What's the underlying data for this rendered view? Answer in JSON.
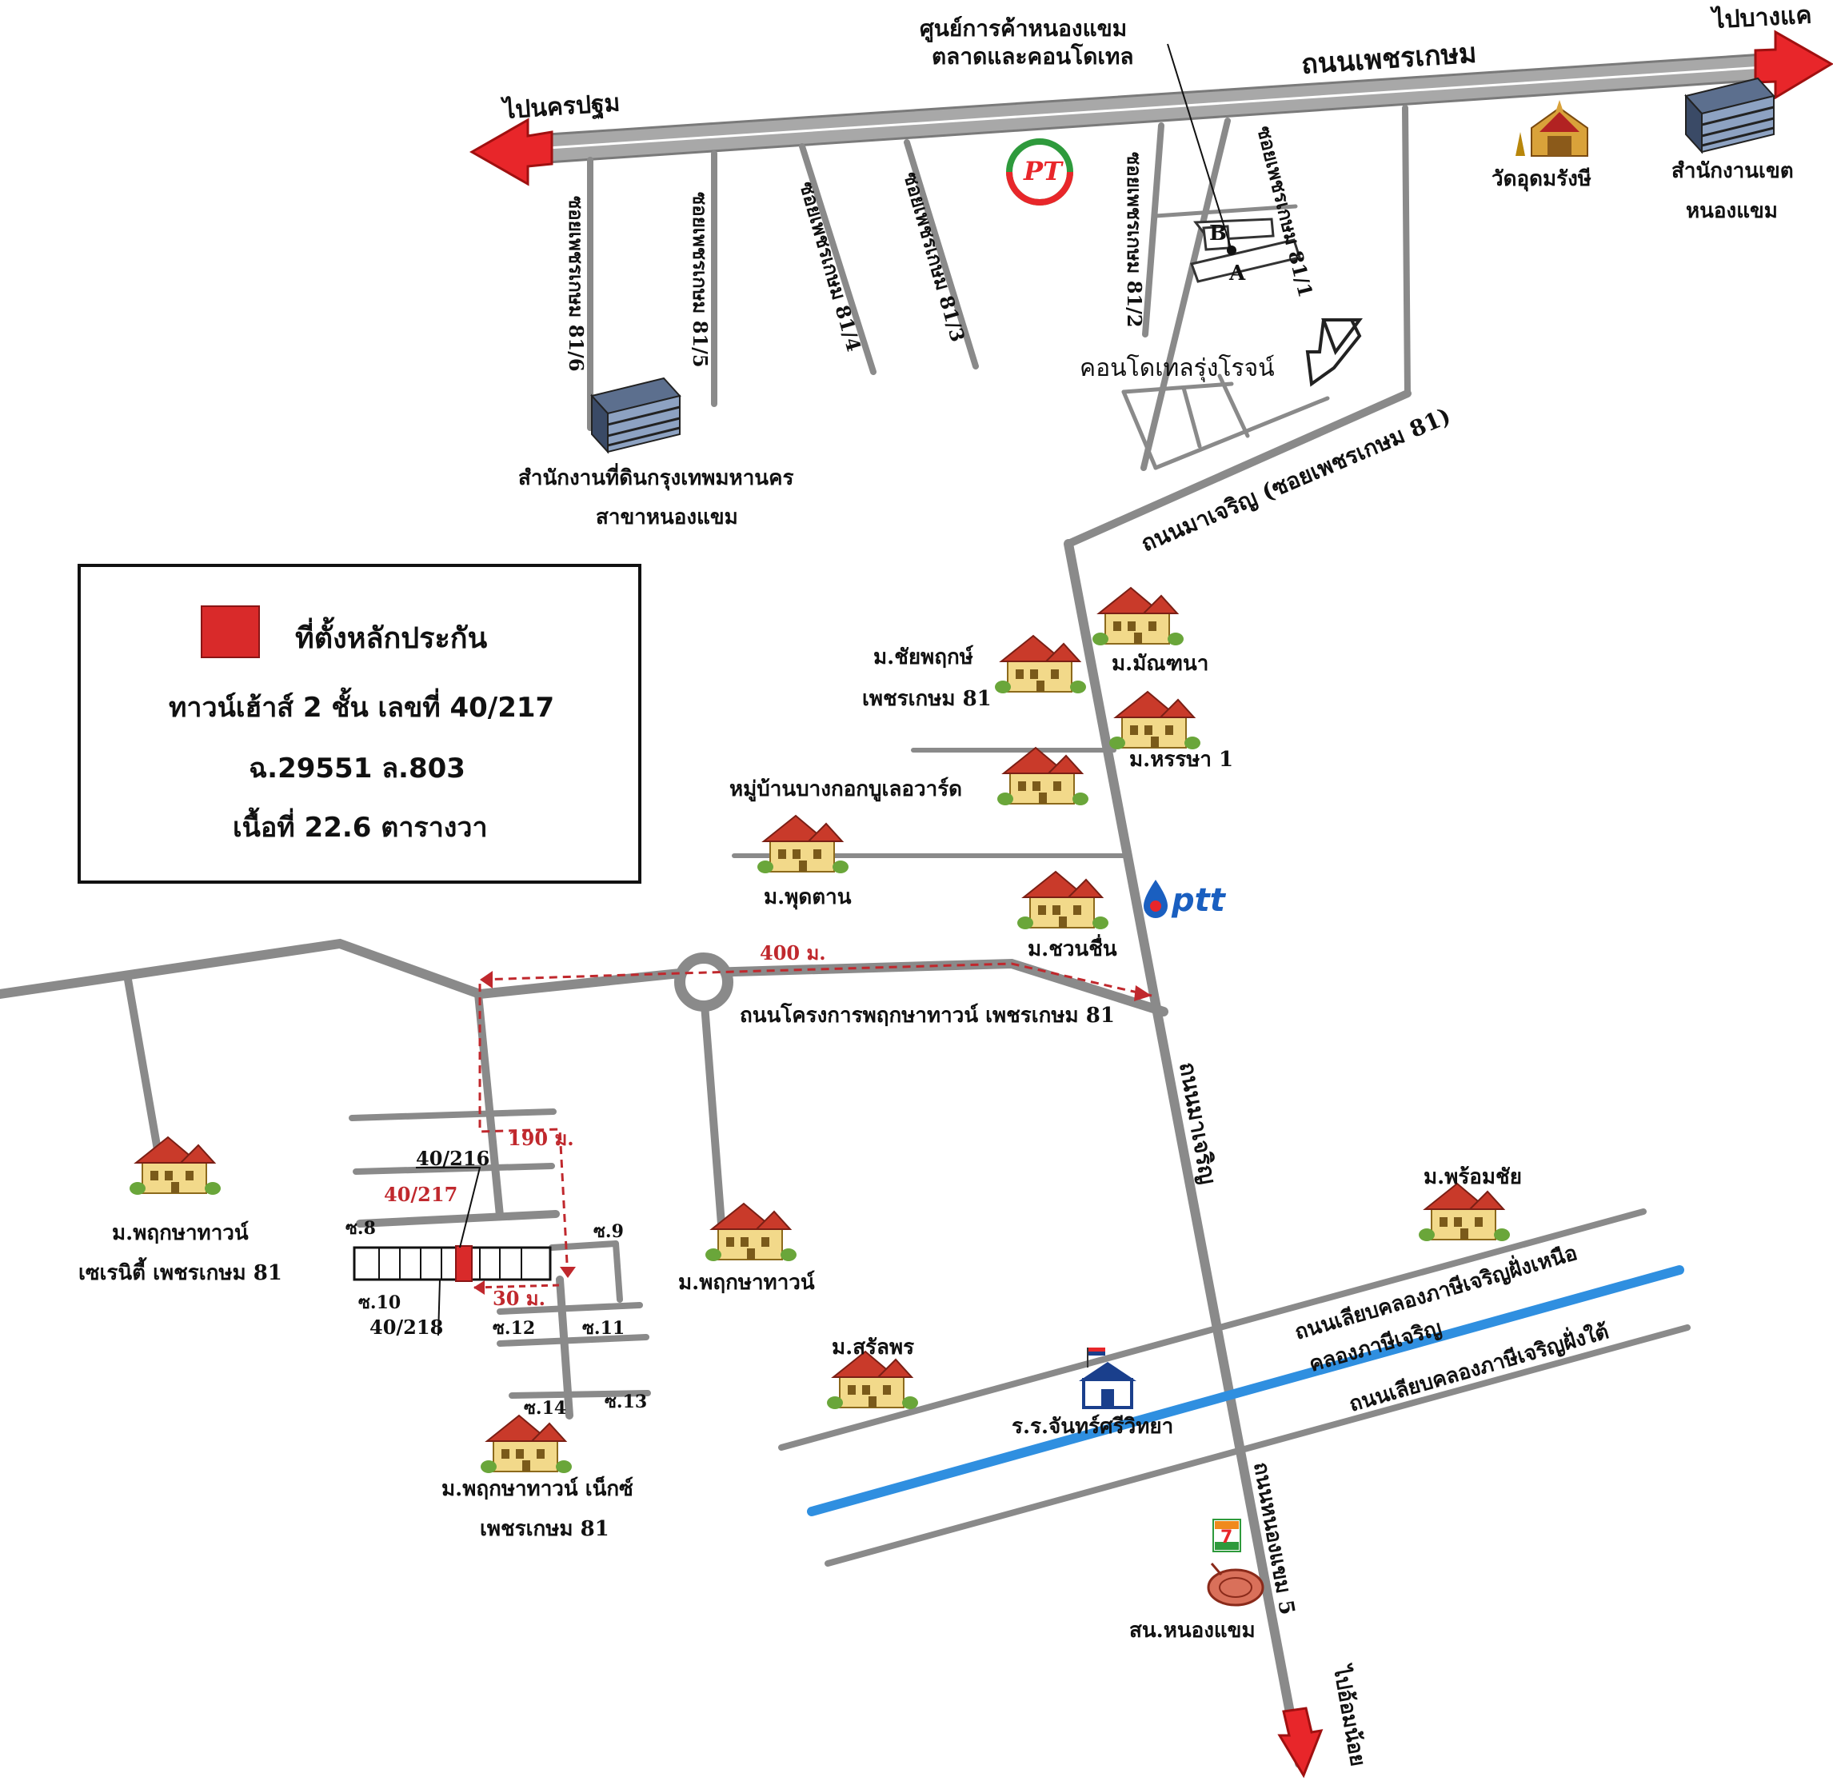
{
  "colors": {
    "road": "#8a8a8a",
    "arrow": "#e8262a",
    "canal": "#2f8fe0",
    "route": "#c0282d",
    "collateral": "#d92a2a"
  },
  "highway": {
    "name": "ถนนเพชรเกษม",
    "to_west": "ไปนครปฐม",
    "to_east": "ไปบางแค"
  },
  "landmarks": {
    "market_line1": "ศูนย์การค้าหนองแขม",
    "market_line2": "ตลาดและคอนโดเทล",
    "market_block_a": "A",
    "market_block_b": "B",
    "condo": "คอนโดเทลรุ่งโรจน์",
    "temple": "วัดอุดมรังษี",
    "district_office_line1": "สำนักงานเขต",
    "district_office_line2": "หนองแขม",
    "land_office_line1": "สำนักงานที่ดินกรุงเทพมหานคร",
    "land_office_line2": "สาขาหนองแขม",
    "pt_logo": "PT",
    "ptt_logo": "ptt",
    "school": "ร.ร.จันทร์ศรีวิทยา",
    "police": "สน.หนองแขม",
    "seven_eleven": "7"
  },
  "sois": {
    "s81_6": "ซอยเพชรเกษม 81/6",
    "s81_5": "ซอยเพชรเกษม 81/5",
    "s81_4": "ซอยเพชรเกษม 81/4",
    "s81_3": "ซอยเพชรเกษม 81/3",
    "s81_2": "ซอยเพชรเกษม 81/2",
    "s81_1": "ซอยเพชรเกษม 81/1"
  },
  "roads": {
    "macharoen_soi": "ถนนมาเจริญ (ซอยเพชรเกษม 81)",
    "macharoen": "ถนนมาเจริญ",
    "project_road": "ถนนโครงการพฤกษาทาวน์ เพชรเกษม 81",
    "canal_north_road": "ถนนเลียบคลองภาษีเจริญฝั่งเหนือ",
    "canal": "คลองภาษีเจริญ",
    "canal_south_road": "ถนนเลียบคลองภาษีเจริญฝั่งใต้",
    "nongkhaem5": "ถนนหนองแขม 5",
    "to_omnoi": "ไปอ้อมน้อย"
  },
  "villages": {
    "chaiyapruk_1": "ม.ชัยพฤกษ์",
    "chaiyapruk_2": "เพชรเกษม 81",
    "manthana": "ม.มัณฑนา",
    "hansa": "ม.หรรษา 1",
    "bangkok_boulevard": "หมู่บ้านบางกอกบูเลอวาร์ด",
    "phudtan": "ม.พุดตาน",
    "chuanchuen": "ม.ชวนชื่น",
    "pruksa_serenity_1": "ม.พฤกษาทาวน์",
    "pruksa_serenity_2": "เซเรนิตี้ เพชรเกษม 81",
    "pruksa_town": "ม.พฤกษาทาวน์",
    "pruksa_next_1": "ม.พฤกษาทาวน์ เน็กซ์",
    "pruksa_next_2": "เพชรเกษม 81",
    "saranporn": "ม.สรัลพร",
    "promchai": "ม.พร้อมชัย"
  },
  "route": {
    "d400": "400 ม.",
    "d190": "190 ม.",
    "d30": "30 ม."
  },
  "plots": {
    "p40_216": "40/216",
    "p40_217": "40/217",
    "p40_218": "40/218"
  },
  "alleys": {
    "s8": "ซ.8",
    "s9": "ซ.9",
    "s10": "ซ.10",
    "s11": "ซ.11",
    "s12": "ซ.12",
    "s13": "ซ.13",
    "s14": "ซ.14"
  },
  "legend": {
    "title": "ที่ตั้งหลักประกัน",
    "line1": "ทาวน์เฮ้าส์ 2 ชั้น  เลขที่ 40/217",
    "line2": "ฉ.29551   ล.803",
    "line3": "เนื้อที่ 22.6 ตารางวา"
  }
}
